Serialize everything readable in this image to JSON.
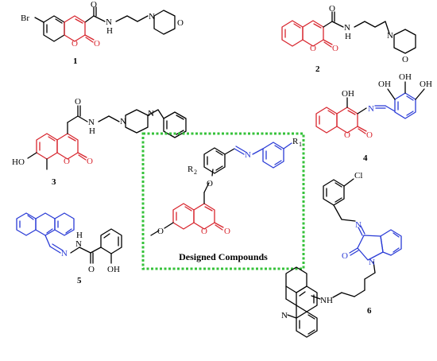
{
  "colors": {
    "coumarin_core": "#d8262e",
    "secondary_scaffold": "#2a3bd6",
    "box_border": "#35c23a",
    "ink": "#000000"
  },
  "compounds": [
    {
      "label": "1"
    },
    {
      "label": "2"
    },
    {
      "label": "3"
    },
    {
      "label": "4"
    },
    {
      "label": "5"
    },
    {
      "label": "6"
    }
  ],
  "designed_box": {
    "caption": "Designed Compounds"
  },
  "atoms": {
    "br": "Br",
    "o": "O",
    "n": "N",
    "h": "H",
    "ho": "HO",
    "oh": "OH",
    "nh": "NH",
    "cl": "Cl",
    "r1": "R",
    "r1_sub": "1",
    "r2": "R",
    "r2_sub": "2"
  }
}
